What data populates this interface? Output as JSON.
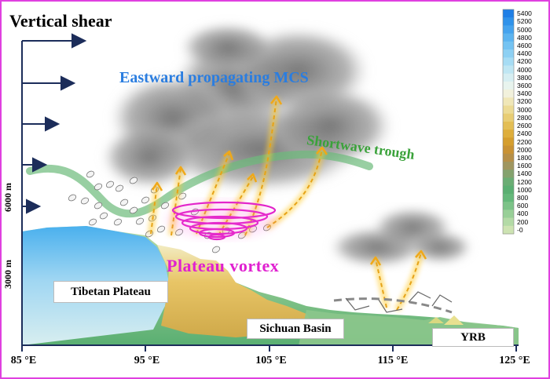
{
  "title": "Vertical shear",
  "labels": {
    "mcs": "Eastward propagating MCS",
    "trough": "Shortwave trough",
    "vortex": "Plateau  vortex"
  },
  "regions": {
    "tibetan_plateau": "Tibetan Plateau",
    "sichuan_basin": "Sichuan Basin",
    "yrb": "YRB"
  },
  "x_axis_ticks": [
    "85 °E",
    "95 °E",
    "105 °E",
    "115 °E",
    "125 °E"
  ],
  "y_axis_ticks": [
    "6000 m",
    "3000 m"
  ],
  "colorbar": {
    "labels": [
      "5400",
      "5200",
      "5000",
      "4800",
      "4600",
      "4400",
      "4200",
      "4000",
      "3800",
      "3600",
      "3400",
      "3200",
      "3000",
      "2800",
      "2600",
      "2400",
      "2200",
      "2000",
      "1800",
      "1600",
      "1400",
      "1200",
      "1000",
      "800",
      "600",
      "400",
      "200",
      "-0"
    ],
    "colors": [
      "#1f7fe6",
      "#2f92ea",
      "#45a3ee",
      "#5cb4f0",
      "#74c3f2",
      "#8dd0f3",
      "#a6dcf4",
      "#bfe6f3",
      "#d6eef2",
      "#e8f4ee",
      "#f2f1dc",
      "#f0e7b8",
      "#ecdb95",
      "#e8cd74",
      "#e3be55",
      "#deae3c",
      "#d59e2e",
      "#c99234",
      "#b68f48",
      "#9f9660",
      "#84a26e",
      "#6aad74",
      "#5aaf72",
      "#64b87a",
      "#7cc388",
      "#98cf97",
      "#b3daa6",
      "#cde3b2"
    ]
  }
}
